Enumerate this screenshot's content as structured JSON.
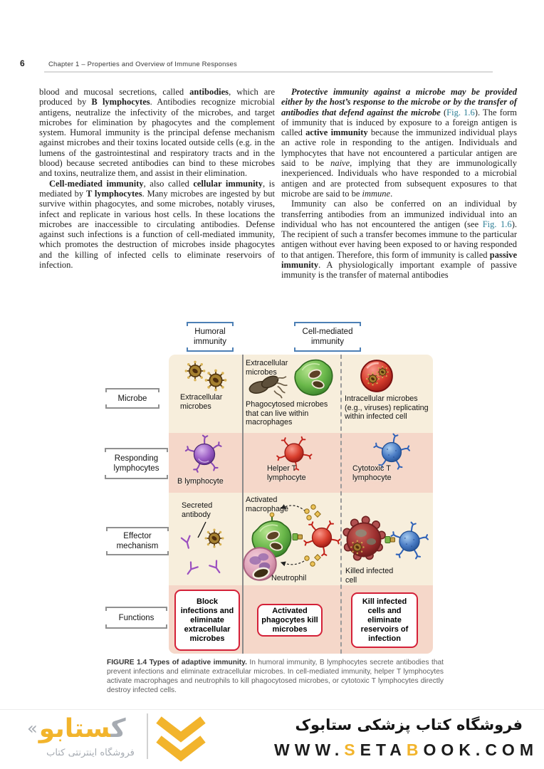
{
  "header": {
    "page_number": "6",
    "chapter_title": "Chapter 1 – Properties and Overview of Immune Responses"
  },
  "body": {
    "lp1": {
      "s0": "blood and mucosal secretions, called ",
      "b1": "antibodies",
      "s2": ", which are produced by ",
      "b3": "B lymphocytes",
      "s4": ". Antibodies recognize microbial antigens, neutralize the infectivity of the microbes, and target microbes for elimination by phagocytes and the complement system. Humoral immunity is the principal defense mechanism against microbes and their toxins located outside cells (e.g. in the lumens of the gastrointestinal and respiratory tracts and in the blood) because secreted antibodies can bind to these microbes and toxins, neutralize them, and assist in their elimination."
    },
    "lp2": {
      "b0": "Cell-mediated immunity",
      "s1": ", also called ",
      "b2": "cellular immunity",
      "s3": ", is mediated by ",
      "b4": "T lymphocytes",
      "s5": ". Many microbes are ingested by but survive within phagocytes, and some microbes, notably viruses, infect and replicate in various host cells. In these locations the microbes are inaccessible to circulating antibodies. Defense against such infections is a function of cell-mediated immunity, which promotes the destruction of microbes inside phagocytes and the killing of infected cells to eliminate reservoirs of infection."
    },
    "rp1": {
      "bi0": "Protective immunity against a microbe may be provided either by the host’s response to the microbe or by the transfer of antibodies that defend against the microbe",
      "s1": " (",
      "f2": "Fig. 1.6",
      "s3": "). The form of immunity that is induced by exposure to a foreign antigen is called ",
      "b4": "active immunity",
      "s5": " because the immunized individual plays an active role in responding to the antigen. Individuals and lymphocytes that have not encountered a particular antigen are said to be ",
      "i6": "naive,",
      "s7": " implying that they are immunologically inexperienced. Individuals who have responded to a microbial antigen and are protected from subsequent exposures to that microbe are said to be ",
      "i8": "immune",
      "s9": "."
    },
    "rp2": {
      "s0": "Immunity can also be conferred on an individual by transferring antibodies from an immunized individual into an individual who has not encountered the antigen (see ",
      "f1": "Fig. 1.6",
      "s2": "). The recipient of such a transfer becomes immune to the particular antigen without ever having been exposed to or having responded to that antigen. Therefore, this form of immunity is called ",
      "b3": "passive immunity",
      "s4": ". A physiologically important example of passive immunity is the transfer of maternal antibodies"
    }
  },
  "figure": {
    "col_headers": {
      "humoral": "Humoral immunity",
      "cellmed": "Cell-mediated immunity"
    },
    "row_labels": {
      "r1": "Microbe",
      "r2": "Responding lymphocytes",
      "r3": "Effector mechanism",
      "r4": "Functions"
    },
    "r1": {
      "humoral_label": "Extracellular microbes",
      "mid_top_label": "Extracellular microbes",
      "mid_bottom_label": "Phagocytosed microbes that can live within macrophages",
      "right_label": "Intracellular microbes (e.g., viruses) replicating within infected cell"
    },
    "r2": {
      "b_cell": "B lymphocyte",
      "helper_t": "Helper T lymphocyte",
      "cytotoxic_t": "Cytotoxic T lymphocyte"
    },
    "r3": {
      "secreted_antibody": "Secreted antibody",
      "activated_macrophage": "Activated macrophage",
      "neutrophil": "Neutrophil",
      "killed_cell": "Killed infected cell"
    },
    "r4": {
      "humoral": "Block infections and eliminate extracellular microbes",
      "mid": "Activated phagocytes kill microbes",
      "right": "Kill infected cells and eliminate reservoirs of infection"
    },
    "caption_bold": "FIGURE 1.4 Types of adaptive immunity.",
    "caption_rest": " In humoral immunity, B lymphocytes secrete antibodies that prevent infections and eliminate extracellular microbes. In cell-mediated immunity, helper T lymphocytes activate macrophages and neutrophils to kill phagocytosed microbes, or cytotoxic T lymphocytes directly destroy infected cells."
  },
  "footer": {
    "logo_chevron": "«",
    "logo_main_yellow": "ستابو",
    "logo_main_gray": "ک",
    "logo_subtitle": "فروشگاه اینترنتی کتاب",
    "store_name": "فروشگاه کتاب پزشکی ستابوک",
    "url": {
      "p0": "WWW.",
      "y1": "S",
      "p2": "ETA",
      "y3": "B",
      "p4": "OOK.COM"
    }
  },
  "colors": {
    "accent_yellow": "#F2B42C",
    "link_teal": "#2D7F96",
    "figure_cream": "#F7EEDC",
    "figure_pink": "#F5D7C9",
    "header_bracket_blue": "#4C7FB5",
    "function_box_red": "#D42038"
  }
}
